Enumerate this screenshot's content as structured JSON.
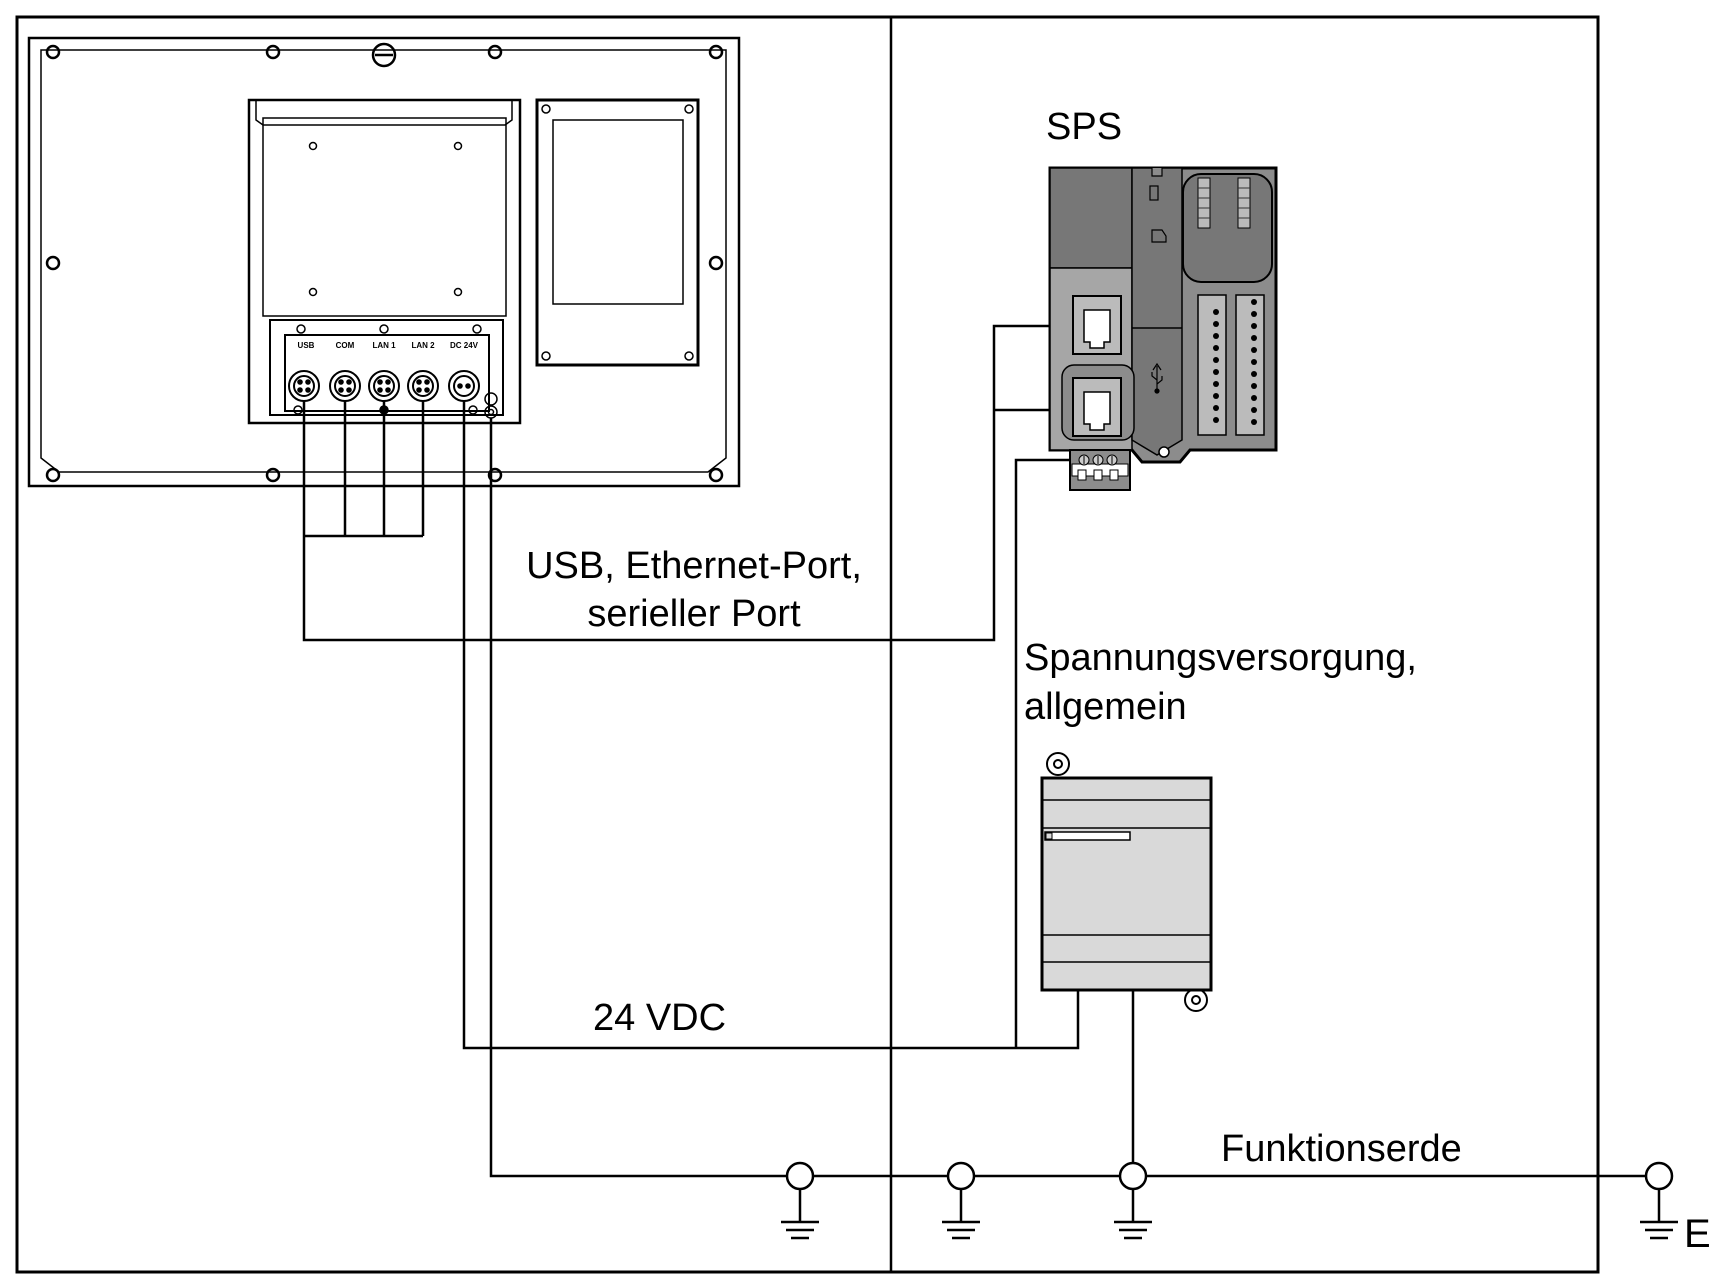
{
  "labels": {
    "plc": "SPS",
    "comm_line1": "USB, Ethernet-Port,",
    "comm_line2": "serieller Port",
    "power_line1": "Spannungsversorgung,",
    "power_line2": "allgemein",
    "vdc": "24 VDC",
    "functional_earth": "Funktionserde",
    "earth_letter": "E"
  },
  "panel_ports": [
    "USB",
    "COM",
    "LAN 1",
    "LAN 2",
    "DC 24V"
  ],
  "colors": {
    "line": "#000000",
    "plc_dark": "#777777",
    "plc_mid": "#8c8c8c",
    "plc_light": "#a6a6a6",
    "psu_fill": "#d9d9d9"
  }
}
